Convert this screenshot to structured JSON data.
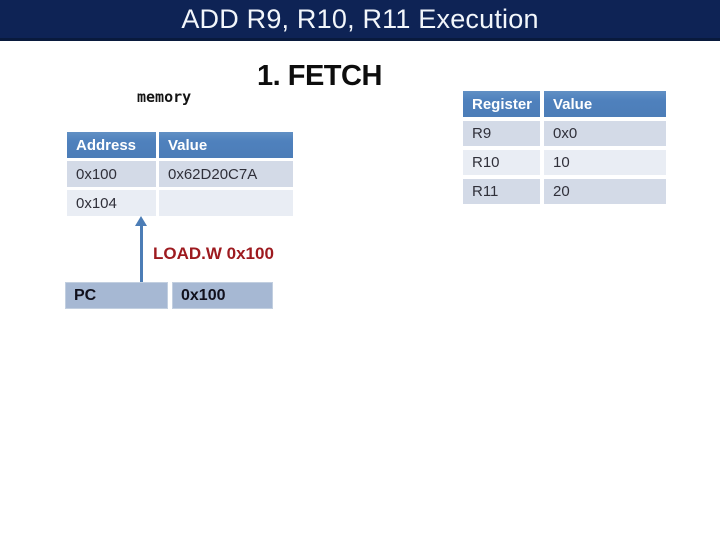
{
  "slide": {
    "title": "ADD R9, R10, R11 Execution",
    "step_heading": "1. FETCH",
    "memory_label": "memory"
  },
  "memory_table": {
    "headers": [
      "Address",
      "Value"
    ],
    "rows": [
      [
        "0x100",
        "0x62D20C7A"
      ],
      [
        "0x104",
        ""
      ]
    ]
  },
  "register_table": {
    "headers": [
      "Register",
      "Value"
    ],
    "rows": [
      [
        "R9",
        "0x0"
      ],
      [
        "R10",
        "10"
      ],
      [
        "R11",
        "20"
      ]
    ]
  },
  "pc": {
    "label": "PC",
    "value": "0x100"
  },
  "annotation": {
    "load_instruction": "LOAD.W 0x100"
  },
  "colors": {
    "title_bar": "#0e2355",
    "table_header_blue": "#4f81bd",
    "row_band_dark": "#d3dae7",
    "row_band_light": "#e9edf4",
    "pc_box_blue": "#a6b8d3",
    "annotation_red": "#9d1a1f",
    "arrow_blue": "#4c7db6"
  }
}
